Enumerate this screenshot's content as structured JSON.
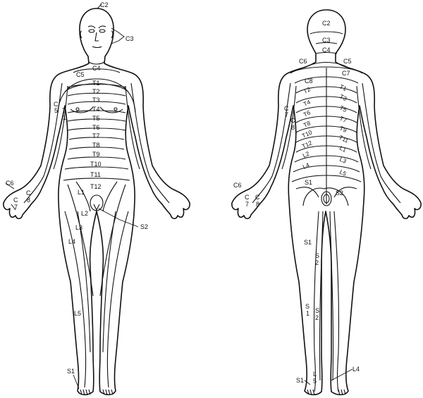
{
  "front_labels": {
    "c2": "C2",
    "c3": "C3",
    "c4": "C4",
    "c5": "C5",
    "c5_left_top": "C",
    "c5_left_bot": "5",
    "t1_left_top": "T",
    "t1_left_bot": "1",
    "t1": "T1",
    "t2": "T2",
    "t3": "T3",
    "t4": "T4",
    "t5": "T5",
    "t6": "T6",
    "t7": "T7",
    "t8": "T8",
    "t9": "T9",
    "t10": "T10",
    "t11": "T11",
    "t12": "T12",
    "c6": "C6",
    "c7_top": "C",
    "c7_bot": "7",
    "c8_top": "C",
    "c8_bot": "8",
    "l1": "L1",
    "l2": "L2",
    "l3": "L3",
    "l4": "L4",
    "l5": "L5",
    "s1": "S1",
    "s2": "S2"
  },
  "back_labels": {
    "c2": "C2",
    "c3": "C3",
    "c4": "C4",
    "c5": "C5",
    "c6": "C6",
    "c7": "C7",
    "c8": "C8",
    "c7_arm_top": "C",
    "c7_arm_bot": "7",
    "c8_arm_top": "C",
    "c8_arm_bot": "8",
    "t1": "T1",
    "t2": "T2",
    "t3": "T3",
    "t4": "T4",
    "t5": "T5",
    "t6": "T6",
    "t7": "T7",
    "t8": "T8",
    "t9": "T9",
    "t10": "T10",
    "t11": "T11",
    "t12": "T12",
    "l1": "L1",
    "l2": "L2",
    "l3": "L3",
    "l4": "L4",
    "l5": "L5",
    "c6_hand": "C6",
    "c7_hand_top": "C",
    "c7_hand_bot": "7",
    "c8_hand_top": "C",
    "c8_hand_bot": "8",
    "s1": "S1",
    "s2": "S2",
    "s1_leg": "S1",
    "s2_leg_top": "S",
    "s2_leg_bot": "2",
    "s1_calf_top": "S",
    "s1_calf_bot": "1",
    "s2_calf_top": "S",
    "s2_calf_bot": "2",
    "s1_foot": "S1",
    "l5_foot_top": "L",
    "l5_foot_bot": "5",
    "l4_foot": "L4"
  }
}
